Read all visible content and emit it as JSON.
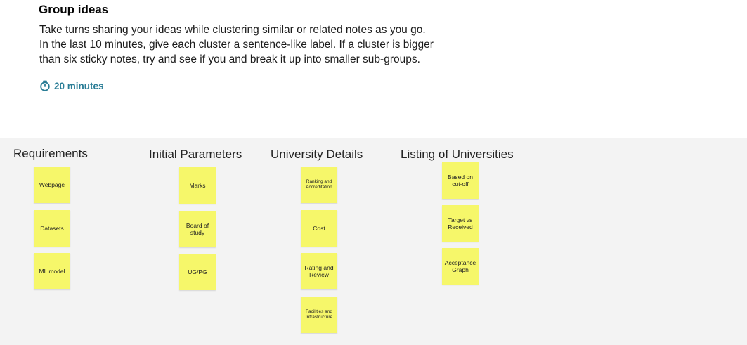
{
  "activity": {
    "title": "Group ideas",
    "description_lines": [
      "Take turns sharing your ideas while clustering similar or related notes as you go.",
      "In the last 10 minutes, give each cluster a sentence-like label. If a cluster is bigger",
      "than six sticky notes, try and see if you and break it up into smaller sub-groups."
    ],
    "timer_label": "20 minutes",
    "timer_icon": "stopwatch-icon",
    "accent_color": "#2a7d96"
  },
  "board": {
    "background": "#f3f3f3",
    "note_color": "#f6f76a",
    "clusters": [
      {
        "label": "Requirements",
        "notes": [
          "Webpage",
          "Datasets",
          "ML model"
        ]
      },
      {
        "label": "Initial Parameters",
        "notes": [
          "Marks",
          "Board of study",
          "UG/PG"
        ]
      },
      {
        "label": "University Details",
        "notes": [
          "Ranking and Accreditation",
          "Cost",
          "Rating and Review",
          "Facilities and Infrastructure"
        ]
      },
      {
        "label": "Listing of Universities",
        "notes": [
          "Based on cut-off",
          "Target vs Received",
          "Acceptance Graph"
        ]
      }
    ]
  }
}
